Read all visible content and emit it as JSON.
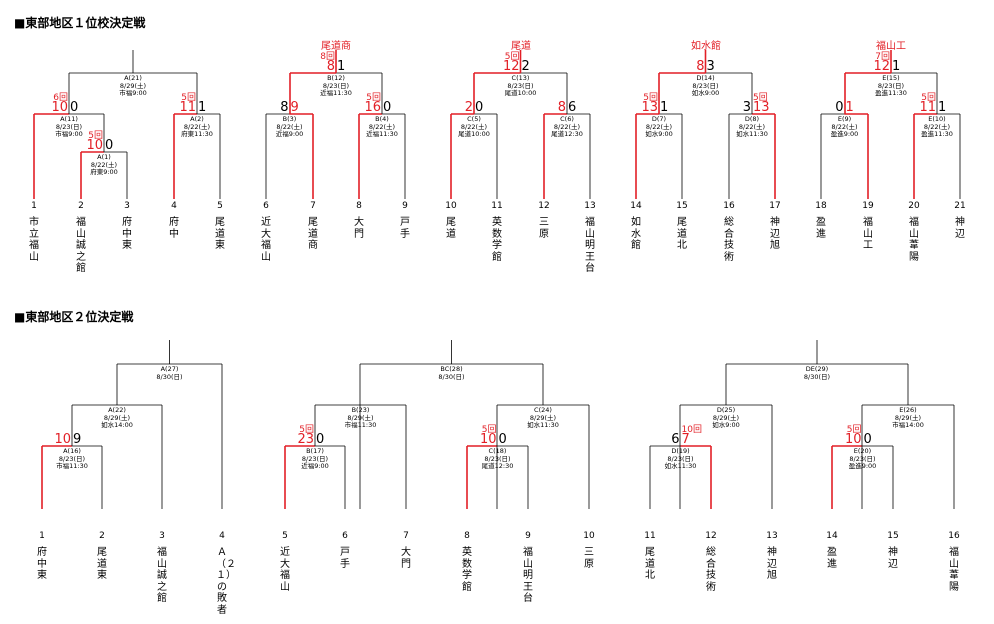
{
  "titles": {
    "first": "■東部地区１位校決定戦",
    "second": "■東部地区２位決定戦"
  },
  "bracket1": {
    "teams": [
      {
        "n": "1",
        "name": "市立福山",
        "win": false
      },
      {
        "n": "2",
        "name": "福山誠之館",
        "win": true
      },
      {
        "n": "3",
        "name": "府中東",
        "win": false
      },
      {
        "n": "4",
        "name": "府中",
        "win": true
      },
      {
        "n": "5",
        "name": "尾道東",
        "win": false
      },
      {
        "n": "6",
        "name": "近大福山",
        "win": false
      },
      {
        "n": "7",
        "name": "尾道商",
        "win": true
      },
      {
        "n": "8",
        "name": "大門",
        "win": true
      },
      {
        "n": "9",
        "name": "戸手",
        "win": false
      },
      {
        "n": "10",
        "name": "尾道",
        "win": true
      },
      {
        "n": "11",
        "name": "英数学館",
        "win": false
      },
      {
        "n": "12",
        "name": "三原",
        "win": true
      },
      {
        "n": "13",
        "name": "福山明王台",
        "win": false
      },
      {
        "n": "14",
        "name": "如水館",
        "win": true
      },
      {
        "n": "15",
        "name": "尾道北",
        "win": false
      },
      {
        "n": "16",
        "name": "総合技術",
        "win": false
      },
      {
        "n": "17",
        "name": "神辺旭",
        "win": true
      },
      {
        "n": "18",
        "name": "盈進",
        "win": false
      },
      {
        "n": "19",
        "name": "福山工",
        "win": true
      },
      {
        "n": "20",
        "name": "福山葦陽",
        "win": true
      },
      {
        "n": "21",
        "name": "神辺",
        "win": false
      }
    ],
    "winners": [
      "尾道商",
      "尾道",
      "如水館",
      "福山工"
    ],
    "matches": [
      {
        "id": "A(1)",
        "date": "8/22(土)",
        "venue": "府東9:00",
        "ls": "10",
        "rs": "0",
        "inn": "5回",
        "win": "L"
      },
      {
        "id": "A(2)",
        "date": "8/22(土)",
        "venue": "府東11:30",
        "ls": "11",
        "rs": "1",
        "inn": "5回",
        "win": "L"
      },
      {
        "id": "A(11)",
        "date": "8/23(日)",
        "venue": "市福9:00",
        "ls": "10",
        "rs": "0",
        "inn": "6回",
        "win": "L"
      },
      {
        "id": "A(21)",
        "date": "8/29(土)",
        "venue": "市福9:00",
        "ls": "",
        "rs": "",
        "inn": "",
        "win": ""
      },
      {
        "id": "B(3)",
        "date": "8/22(土)",
        "venue": "近福9:00",
        "ls": "8",
        "rs": "9",
        "inn": "",
        "win": "R"
      },
      {
        "id": "B(4)",
        "date": "8/22(土)",
        "venue": "近福11:30",
        "ls": "16",
        "rs": "0",
        "inn": "5回",
        "win": "L"
      },
      {
        "id": "B(12)",
        "date": "8/23(日)",
        "venue": "近福11:30",
        "ls": "8",
        "rs": "1",
        "inn": "8回",
        "win": "L"
      },
      {
        "id": "C(5)",
        "date": "8/22(土)",
        "venue": "尾道10:00",
        "ls": "2",
        "rs": "0",
        "inn": "",
        "win": "L"
      },
      {
        "id": "C(6)",
        "date": "8/22(土)",
        "venue": "尾道12:30",
        "ls": "8",
        "rs": "6",
        "inn": "",
        "win": "L"
      },
      {
        "id": "C(13)",
        "date": "8/23(日)",
        "venue": "尾道10:00",
        "ls": "12",
        "rs": "2",
        "inn": "5回",
        "win": "L"
      },
      {
        "id": "D(7)",
        "date": "8/22(土)",
        "venue": "如水9:00",
        "ls": "13",
        "rs": "1",
        "inn": "5回",
        "win": "L"
      },
      {
        "id": "D(8)",
        "date": "8/22(土)",
        "venue": "如水11:30",
        "ls": "3",
        "rs": "13",
        "inn": "5回",
        "win": "R"
      },
      {
        "id": "D(14)",
        "date": "8/23(日)",
        "venue": "如水9:00",
        "ls": "8",
        "rs": "3",
        "inn": "",
        "win": "L"
      },
      {
        "id": "E(9)",
        "date": "8/22(土)",
        "venue": "盈進9:00",
        "ls": "0",
        "rs": "1",
        "inn": "",
        "win": "R"
      },
      {
        "id": "E(10)",
        "date": "8/22(土)",
        "venue": "盈進11:30",
        "ls": "11",
        "rs": "1",
        "inn": "5回",
        "win": "L"
      },
      {
        "id": "E(15)",
        "date": "8/23(日)",
        "venue": "盈進11:30",
        "ls": "12",
        "rs": "1",
        "inn": "7回",
        "win": "L"
      }
    ]
  },
  "bracket2": {
    "teams": [
      {
        "n": "1",
        "name": "府中東",
        "win": true
      },
      {
        "n": "2",
        "name": "尾道東",
        "win": false
      },
      {
        "n": "3",
        "name": "福山誠之館",
        "win": false
      },
      {
        "n": "4",
        "name": "Ａ（２１）の敗者",
        "win": false
      },
      {
        "n": "5",
        "name": "近大福山",
        "win": true
      },
      {
        "n": "6",
        "name": "戸手",
        "win": false
      },
      {
        "n": "7",
        "name": "大門",
        "win": false
      },
      {
        "n": "8",
        "name": "英数学館",
        "win": true
      },
      {
        "n": "9",
        "name": "福山明王台",
        "win": false
      },
      {
        "n": "10",
        "name": "三原",
        "win": false
      },
      {
        "n": "11",
        "name": "尾道北",
        "win": false
      },
      {
        "n": "12",
        "name": "総合技術",
        "win": true
      },
      {
        "n": "13",
        "name": "神辺旭",
        "win": false
      },
      {
        "n": "14",
        "name": "盈進",
        "win": true
      },
      {
        "n": "15",
        "name": "神辺",
        "win": false
      },
      {
        "n": "16",
        "name": "福山葦陽",
        "win": false
      }
    ],
    "matches": [
      {
        "id": "A(16)",
        "date": "8/23(日)",
        "venue": "市福11:30",
        "ls": "10",
        "rs": "9",
        "inn": "",
        "win": "L"
      },
      {
        "id": "A(22)",
        "date": "8/29(土)",
        "venue": "如水14:00",
        "ls": "",
        "rs": "",
        "inn": "",
        "win": ""
      },
      {
        "id": "A(27)",
        "date": "8/30(日)",
        "venue": "",
        "ls": "",
        "rs": "",
        "inn": "",
        "win": ""
      },
      {
        "id": "B(17)",
        "date": "8/23(日)",
        "venue": "近福9:00",
        "ls": "23",
        "rs": "0",
        "inn": "5回",
        "win": "L"
      },
      {
        "id": "B(23)",
        "date": "8/29(土)",
        "venue": "市福11:30",
        "ls": "",
        "rs": "",
        "inn": "",
        "win": ""
      },
      {
        "id": "C(18)",
        "date": "8/23(日)",
        "venue": "尾道12:30",
        "ls": "10",
        "rs": "0",
        "inn": "5回",
        "win": "L"
      },
      {
        "id": "C(24)",
        "date": "8/29(土)",
        "venue": "如水11:30",
        "ls": "",
        "rs": "",
        "inn": "",
        "win": ""
      },
      {
        "id": "BC(28)",
        "date": "8/30(日)",
        "venue": "",
        "ls": "",
        "rs": "",
        "inn": "",
        "win": ""
      },
      {
        "id": "D(19)",
        "date": "8/23(日)",
        "venue": "如水11:30",
        "ls": "6",
        "rs": "7",
        "inn": "10回",
        "win": "R"
      },
      {
        "id": "D(25)",
        "date": "8/29(土)",
        "venue": "如水9:00",
        "ls": "",
        "rs": "",
        "inn": "",
        "win": ""
      },
      {
        "id": "E(20)",
        "date": "8/23(日)",
        "venue": "盈進9:00",
        "ls": "10",
        "rs": "0",
        "inn": "5回",
        "win": "L"
      },
      {
        "id": "E(26)",
        "date": "8/29(土)",
        "venue": "市福14:00",
        "ls": "",
        "rs": "",
        "inn": "",
        "win": ""
      },
      {
        "id": "DE(29)",
        "date": "8/30(日)",
        "venue": "",
        "ls": "",
        "rs": "",
        "inn": "",
        "win": ""
      }
    ]
  }
}
